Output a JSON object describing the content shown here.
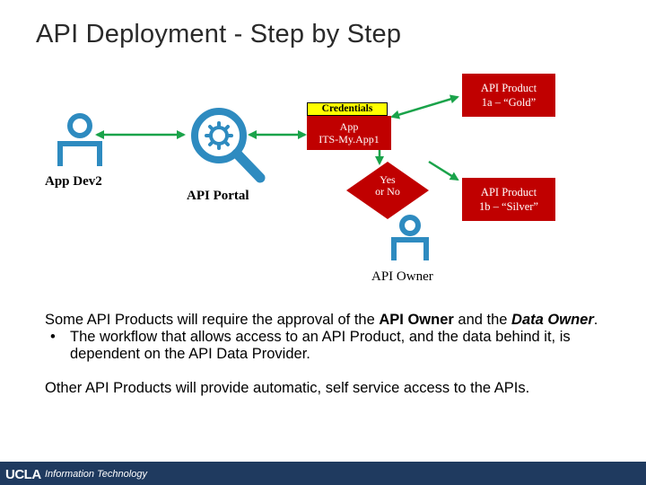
{
  "title": "API Deployment -  Step by Step",
  "diagram": {
    "app_dev_label": "App Dev2",
    "api_portal_label": "API Portal",
    "credentials_label": "Credentials",
    "app_box": {
      "line1": "App",
      "line2": "ITS-My.App1"
    },
    "approval_box": {
      "line1": "Yes",
      "line2": "or No"
    },
    "product_gold": {
      "line1": "API Product",
      "line2": "1a – “Gold”"
    },
    "product_silver": {
      "line1": "API Product",
      "line2": "1b – “Silver”"
    },
    "api_owner_label": "API Owner",
    "colors": {
      "icon_blue": "#2e8bc0",
      "arrow_green": "#1aa34a",
      "box_red": "#c00000",
      "credentials_yellow": "#ffff00"
    }
  },
  "body": {
    "para1_prefix": "Some API Products will require the approval of the ",
    "para1_bold1": "API Owner",
    "para1_mid": " and the ",
    "para1_bold2": "Data Owner",
    "para1_end": ".",
    "bullet_marker": "•",
    "bullet_text": "The workflow that allows access to an API Product, and the data behind it, is dependent on the API Data Provider.",
    "para2": "Other API Products will provide automatic, self service access to the APIs."
  },
  "footer": {
    "logo_text": "UCLA",
    "department": "Information Technology"
  }
}
